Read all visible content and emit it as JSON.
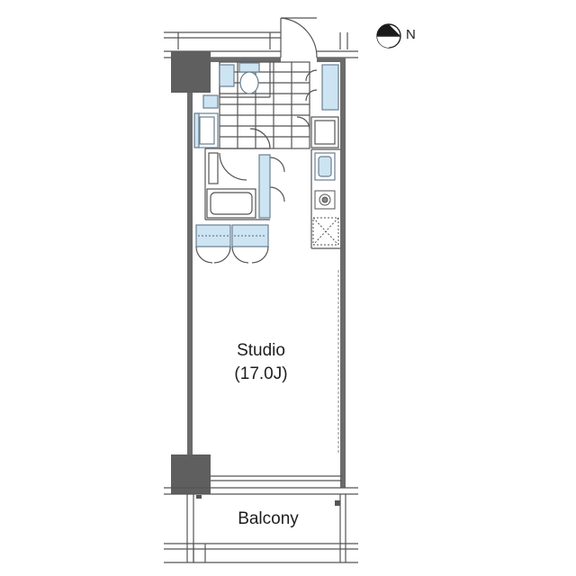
{
  "rooms": {
    "studio": {
      "name": "Studio",
      "size": "(17.0J)"
    },
    "balcony": {
      "name": "Balcony"
    }
  },
  "compass": {
    "north_letter": "N",
    "north_direction": "right"
  },
  "colors": {
    "wall": "#6b6b6b",
    "column": "#5f5f5f",
    "fixture_blue": "#cde4f3",
    "fixture_outline": "#6a7f8f",
    "line": "#555555"
  },
  "icons": [
    "north-arrow-icon",
    "toilet-icon",
    "bathtub-icon",
    "sink-icon",
    "washbasin-icon",
    "stove-icon",
    "refrigerator-icon",
    "washing-machine-icon",
    "door-swing-icon"
  ]
}
